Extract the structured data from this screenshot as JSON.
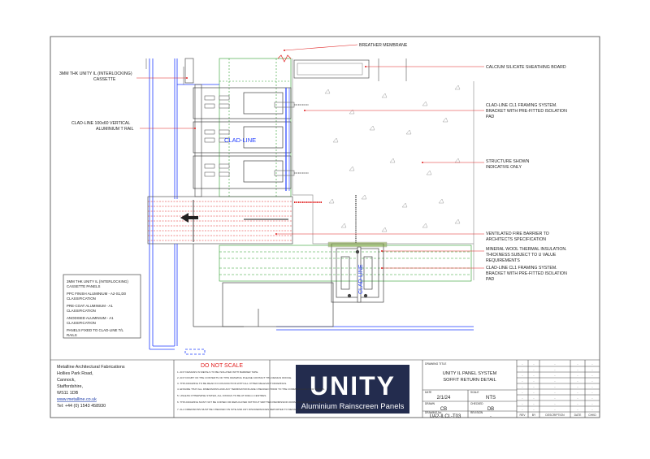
{
  "callouts": {
    "breather_membrane": "BREATHER MEMBRANE",
    "calcium_silicate": "CALCIUM SILICATE SHEATHING BOARD",
    "cassette_l1": "3MM THK UNITY IL (INTERLOCKING)",
    "cassette_l2": "CASSETTE",
    "framing_l1": "CLAD-LINE CL1 FRAMING SYSTEM.",
    "framing_l2": "BRACKET WITH PRE-FITTED ISOLATION",
    "framing_l3": "PAD",
    "t_rail_l1": "CLAD-LINE 100x60 VERTICAL",
    "t_rail_l2": "ALUMINIUM T RAIL",
    "structure_l1": "STRUCTURE SHOWN",
    "structure_l2": "INDICATIVE ONLY",
    "fire_barrier_l1": "VENTILATED FIRE BARRIER TO",
    "fire_barrier_l2": "ARCHITECTS SPECIFICATION",
    "mineral_wool_l1": "MINERAL WOOL THERMAL INSULATION.",
    "mineral_wool_l2": "THICKNESS SUBJECT TO U VALUE",
    "mineral_wool_l3": "REQUIREMENTS",
    "framing2_l1": "CLAD-LINE CL1 FRAMING SYSTEM.",
    "framing2_l2": "BRACKET WITH PRE-FITTED ISOLATION",
    "framing2_l3": "PAD",
    "bracket_label_1": "CLAD-LINE",
    "bracket_label_2": "CLAD-LINE"
  },
  "notes": [
    "3MM THK UNITY IL (INTERLOCKING)",
    "CASSETTE PANELS",
    "PPC FINISH ALUMINIUM - A2-S1,D0",
    "CLASSIFICATION",
    "PRE-COAT ALUMINIUM - A1",
    "CLASSIFICATION",
    "ANODISED ALUMINIUM - A1",
    "CLASSIFICATION",
    "PANELS FIXED TO CLAD-LINE T/L",
    "RAILS"
  ],
  "company": {
    "name": "Metalline Architectural Fabrications",
    "address1": "Hollies Park Road,",
    "address2": "Cannock,",
    "address3": "Staffordshire,",
    "postcode": "WS11 1DB",
    "web": "www.metalline.co.uk",
    "tel": "Tel: +44 (0) 1543 458930"
  },
  "warning": {
    "heading": "DO NOT SCALE",
    "lines": [
      "1.  ANY DESIGNS IN METALS TO BE ISOLATED WITH BARRIER TAPE.",
      "2.  ANY DOUBT OF THE CONTENTS OF THIS DRAWING PLEASE CONTACT THE DESIGN OFFICE.",
      "3.  THIS DRAWING TO BE READ IN CONJUNCTION WITH ALL OTHER RELEVANT DRAWINGS.",
      "4.  ENSURE THAT ALL DIMENSIONS AND ANY TERMINATIONS ARE CHECKED PRIOR TO THE COMMENCEMENT OF WORKS.",
      "5.  UNLESS OTHERWISE STATED, ALL FIXINGS TO BE AT 600mm CENTRES.",
      "6.  THIS DRAWING MUST NOT BE COPIED OR REPLICATED WITHOUT WRITTEN PERMISSION FROM METALLINE SERVICES LTD.",
      "7.  ALL DIMENSIONS MUST BE CHECKED ON SITE AND ANY DISCREPANCIES REPORTED TO METALLINE SERVICES LTD PRIOR TO COMMENCEMENT OF WORKS."
    ]
  },
  "logo": {
    "title": "UNITY",
    "subtitle": "Aluminium Rainscreen Panels"
  },
  "drawing": {
    "title_label": "DRAWING TITLE",
    "title_1": "UNITY IL PANEL SYSTEM",
    "title_2": "SOFFIT RETURN DETAIL",
    "date_label": "DATE",
    "date": "2/1/24",
    "scale_label": "SCALE",
    "scale": "NTS",
    "drawn_label": "DRAWN",
    "drawn": "CB",
    "checked_label": "CHECKED",
    "checked": "DB",
    "number_label": "DRAWING No",
    "number": "UA2-ILCL-T03",
    "revision_label": "REVISION",
    "revision": "-"
  },
  "revisions": {
    "headers": [
      "REV",
      "BY",
      "DESCRIPTION",
      "DATE",
      "CHKD"
    ],
    "rows": [
      [
        "-",
        "-",
        "-",
        "-",
        "-"
      ],
      [
        "-",
        "-",
        "-",
        "-",
        "-"
      ],
      [
        "-",
        "-",
        "-",
        "-",
        "-"
      ],
      [
        "-",
        "-",
        "-",
        "-",
        "-"
      ],
      [
        "-",
        "-",
        "-",
        "-",
        "-"
      ],
      [
        "-",
        "-",
        "-",
        "-",
        "-"
      ],
      [
        "-",
        "-",
        "-",
        "-",
        "-"
      ],
      [
        "-",
        "-",
        "-",
        "-",
        "-"
      ],
      [
        "-",
        "-",
        "-",
        "-",
        "-"
      ]
    ]
  },
  "colors": {
    "frame": "#444444",
    "leader": "#e02020",
    "panel_blue": "#1f3cff",
    "insulation_green": "#2ca02c",
    "structure_grey": "#8c8c8c",
    "logo_bg": "#232c4e"
  }
}
